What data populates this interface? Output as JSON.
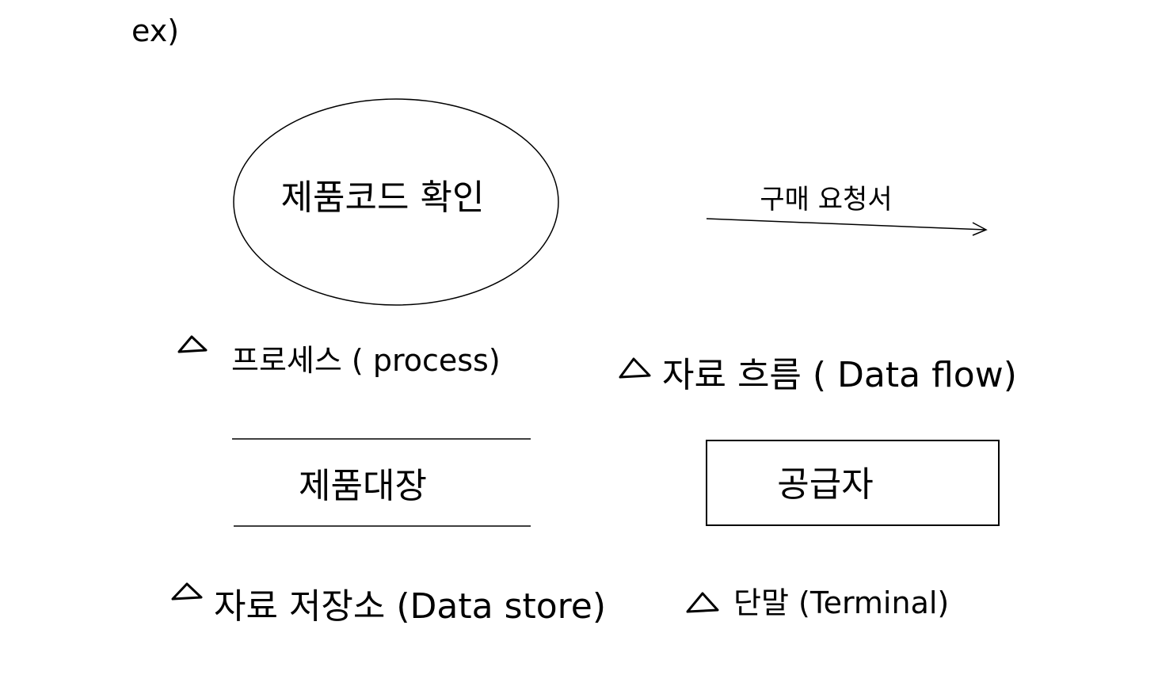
{
  "header": {
    "example_label": "ex)"
  },
  "process": {
    "node_text": "제품코드 확인",
    "caption": "프로세스 ( process)"
  },
  "data_flow": {
    "arrow_text": "구매 요청서",
    "caption": "자료 흐름 ( Data flow)"
  },
  "data_store": {
    "node_text": "제품대장",
    "caption": "자료 저장소 (Data store)"
  },
  "terminal": {
    "node_text": "공급자",
    "caption": "단말 (Terminal)"
  },
  "colors": {
    "stroke": "#000000",
    "background": "#ffffff"
  }
}
